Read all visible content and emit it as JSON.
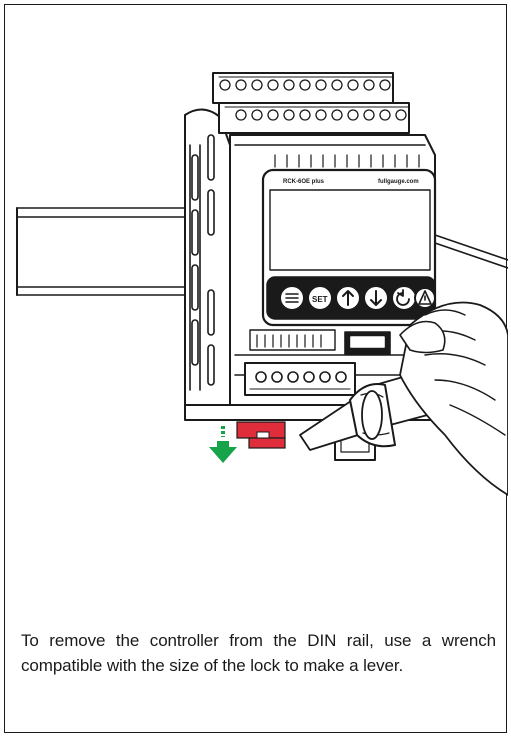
{
  "figure": {
    "device_model": "RCK-6OE plus",
    "website": "fullgauge.com",
    "key_set": "SET",
    "arrow_color": "#16a34a",
    "lock_color": "#e02d3c"
  },
  "caption": {
    "text": "To remove the controller from the DIN rail, use a wrench compatible with the size of the lock to make a lever."
  }
}
